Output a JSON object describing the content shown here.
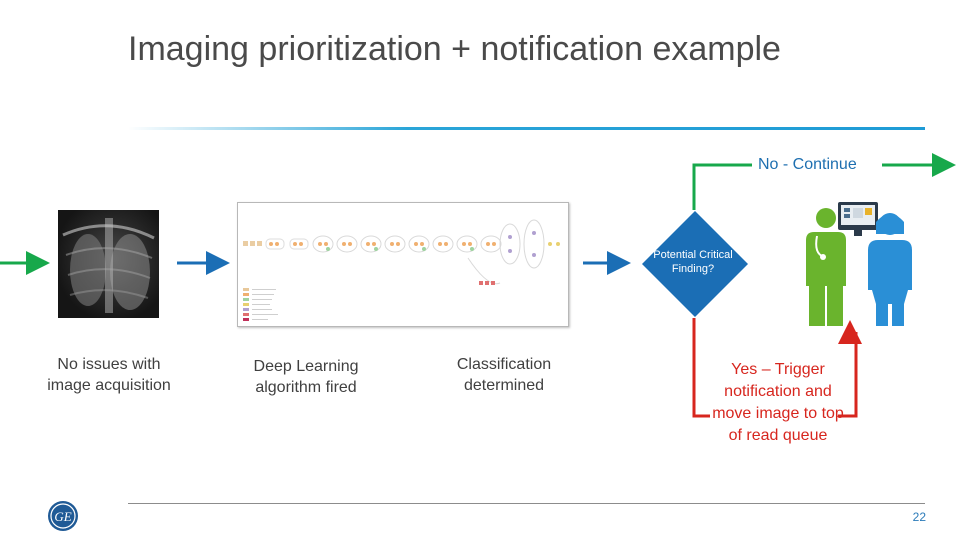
{
  "title": "Imaging prioritization + notification example",
  "steps": {
    "acquisition": "No issues with image acquisition",
    "deep_learning": "Deep Learning algorithm fired",
    "classification": "Classification determined"
  },
  "decision": {
    "question": "Potential Critical Finding?",
    "no_branch": "No - Continue",
    "yes_branch": "Yes – Trigger notification and move image to top of read queue"
  },
  "page_number": "22",
  "logo_text": "GE",
  "colors": {
    "green": "#17a84b",
    "blue": "#1b6eb5",
    "red": "#d7261e",
    "doctor_green": "#6ab42d",
    "nurse_blue": "#2a8fd6"
  },
  "icons": [
    "xray-image",
    "neural-network-diagram",
    "doctor-icon",
    "nurse-icon",
    "monitor-icon",
    "ge-logo"
  ]
}
